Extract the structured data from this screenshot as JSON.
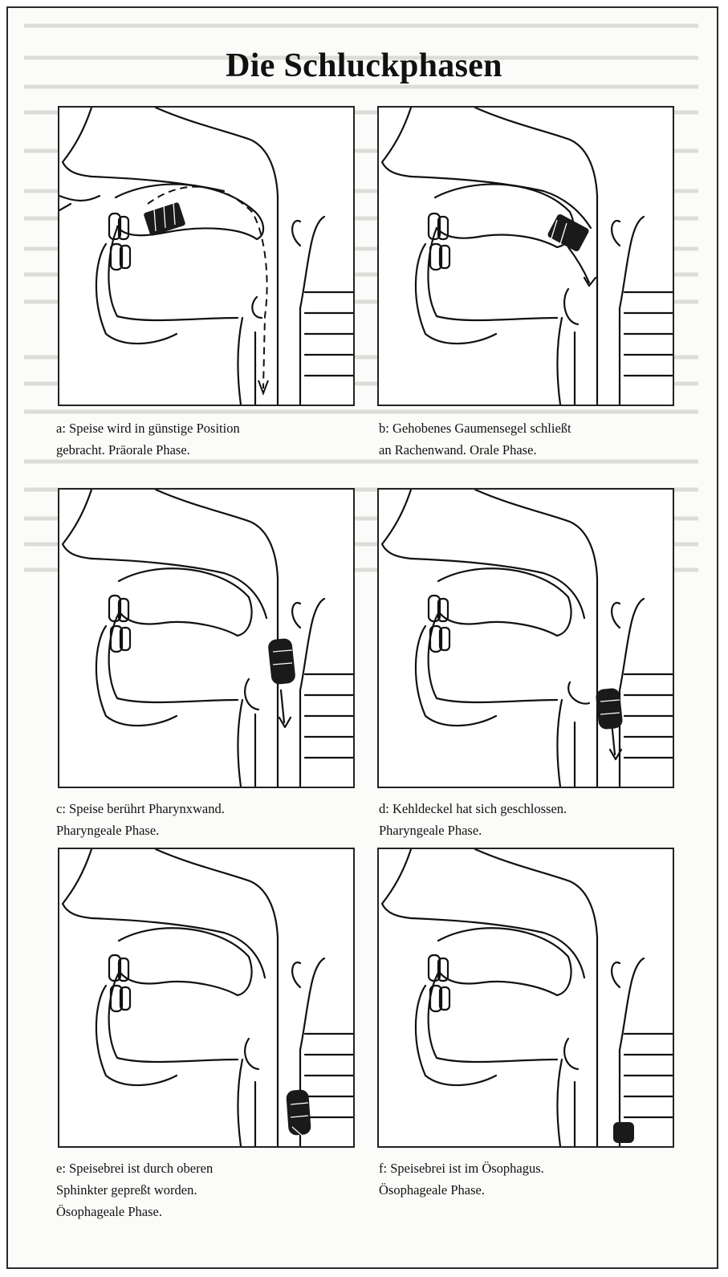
{
  "title": "Die Schluckphasen",
  "panels": [
    {
      "id": "a",
      "lines": [
        "a: Speise wird in günstige Position",
        "gebracht. Präorale Phase."
      ]
    },
    {
      "id": "b",
      "lines": [
        "b: Gehobenes Gaumensegel schließt",
        "an Rachenwand. Orale Phase."
      ]
    },
    {
      "id": "c",
      "lines": [
        "c: Speise berührt Pharynxwand.",
        "Pharyngeale Phase."
      ]
    },
    {
      "id": "d",
      "lines": [
        "d: Kehldeckel hat sich geschlossen.",
        "Pharyngeale Phase."
      ]
    },
    {
      "id": "e",
      "lines": [
        "e: Speisebrei ist durch oberen",
        "Sphinkter gepreßt worden.",
        "Ösophageale Phase."
      ]
    },
    {
      "id": "f",
      "lines": [
        "f: Speisebrei ist im Ösophagus.",
        "Ösophageale Phase."
      ]
    }
  ],
  "colors": {
    "ink": "#111111",
    "bolus": "#1a1a1a",
    "paper": "#fbfbf9",
    "ghost_text": "#d8d8d4"
  }
}
